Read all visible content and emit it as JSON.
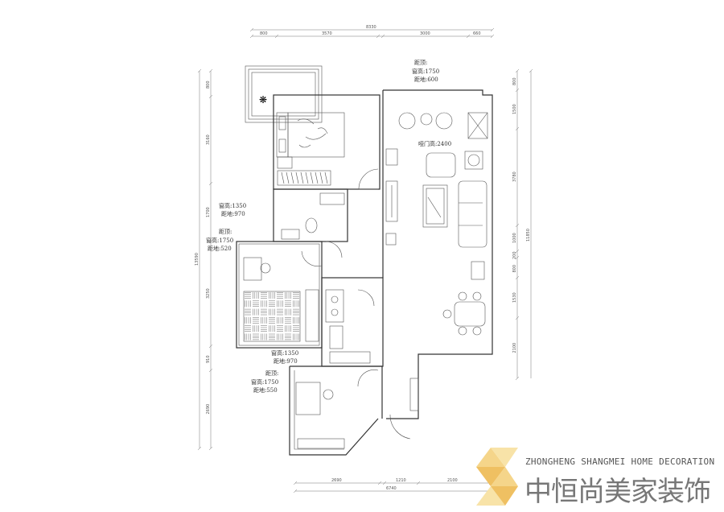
{
  "dimensions": {
    "top_total": "8330",
    "top": [
      "800",
      "3570",
      "3000",
      "660"
    ],
    "right": [
      "800",
      "1500",
      "3780",
      "1000",
      "200",
      "800",
      "1530",
      "2100"
    ],
    "right_total": "11850",
    "left": [
      "800",
      "3160",
      "1700",
      "3250",
      "910",
      "2690"
    ],
    "left_total": "13590",
    "bottom": [
      "2690",
      "1210",
      "2100"
    ],
    "bottom_total": "6740"
  },
  "annotations": {
    "top_window": [
      "距顶:",
      "窗高:1750",
      "距地:600"
    ],
    "living_door": "哑门高:2400",
    "left_window_1": [
      "窗高:1350",
      "距地:970"
    ],
    "left_window_2": [
      "距顶:",
      "窗高:1750",
      "距地:520"
    ],
    "bottom_window_1": [
      "窗高:1350",
      "距地:970"
    ],
    "bottom_window_2": [
      "距顶:",
      "窗高:1750",
      "距地:550"
    ]
  },
  "logo": {
    "english": "ZHONGHENG SHANGMEI HOME DECORATION",
    "chinese": "中恒尚美家装饰",
    "colors": [
      "#f5d58a",
      "#efc062",
      "#f8e3a8"
    ]
  }
}
